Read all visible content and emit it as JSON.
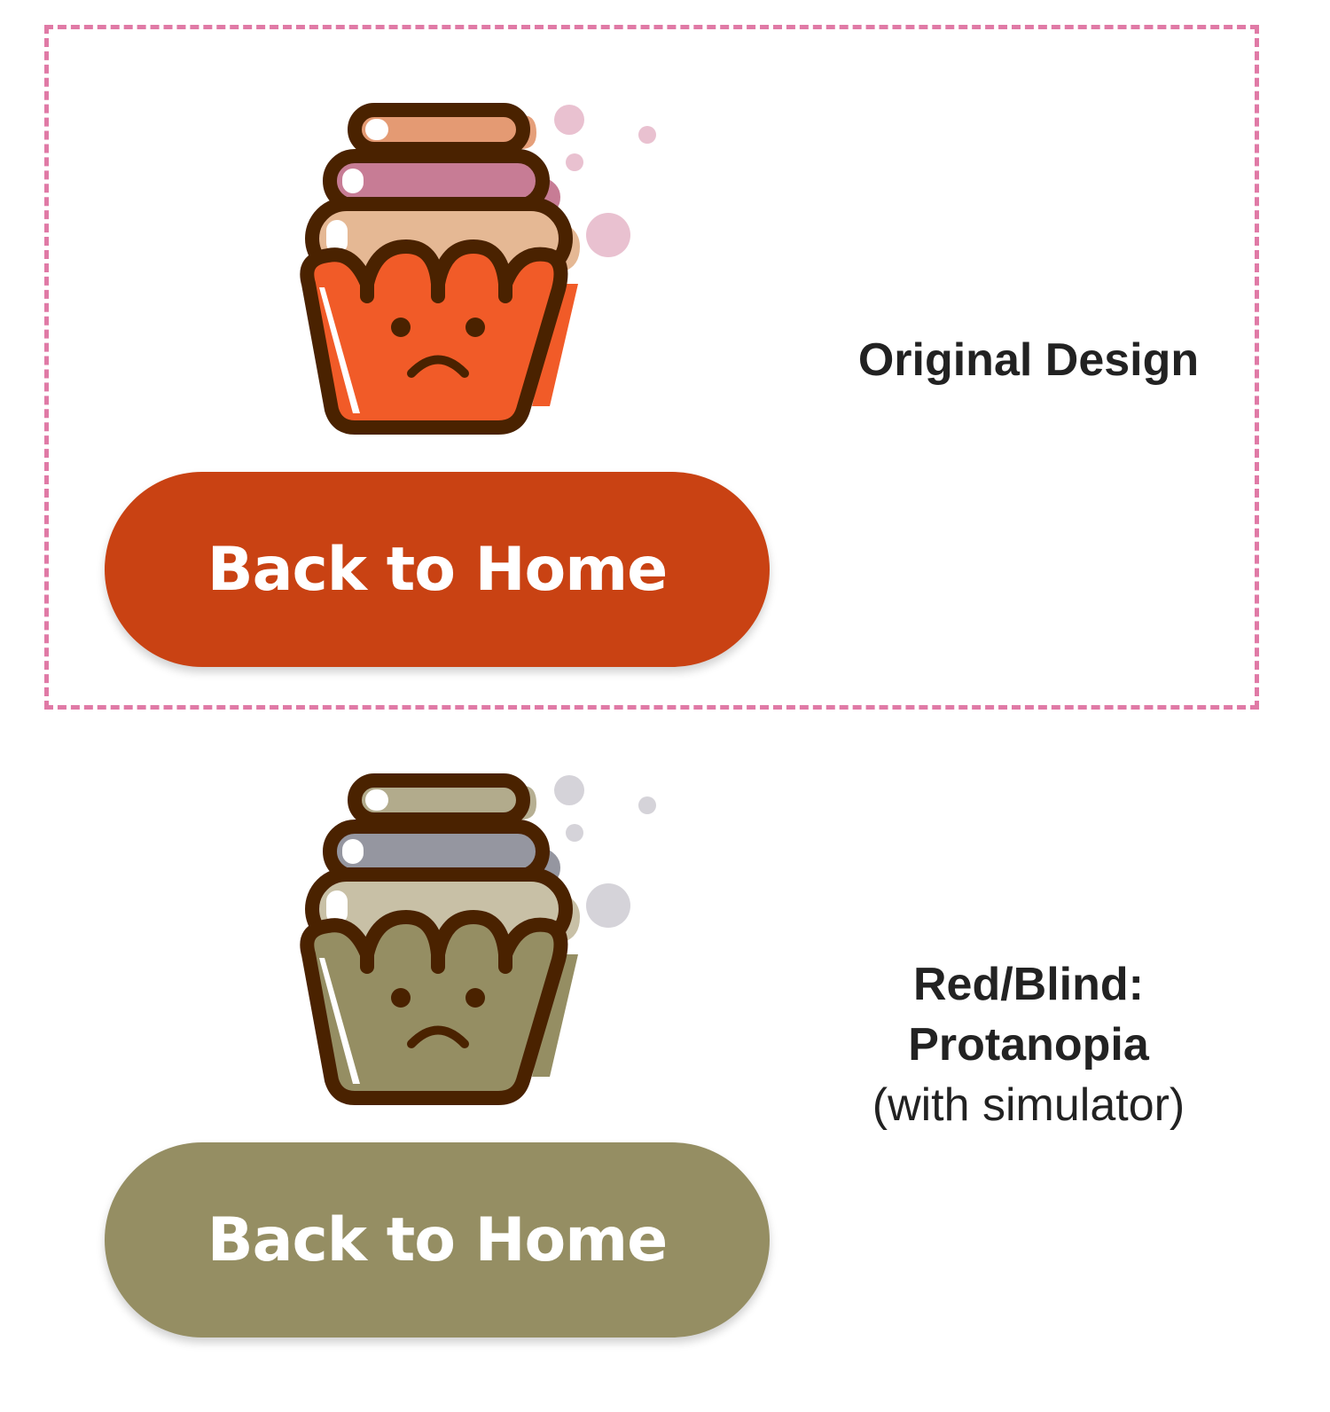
{
  "panels": {
    "original": {
      "caption": "Original Design",
      "button_label": "Back to Home",
      "colors": {
        "button": "#c94213",
        "cup": "#f15b28",
        "frosting_bottom": "#e5b894",
        "frosting_middle": "#c77c95",
        "frosting_top": "#e49a73",
        "bubbles": "#e9c1d0",
        "outline": "#4a2200",
        "frame": "#e07aa6"
      }
    },
    "protanopia": {
      "caption_line1": "Red/Blind:",
      "caption_line2": "Protanopia",
      "caption_line3": "(with simulator)",
      "button_label": "Back to Home",
      "colors": {
        "button": "#958e63",
        "cup": "#958e63",
        "frosting_bottom": "#c8c0a6",
        "frosting_middle": "#9596a0",
        "frosting_top": "#b2ab8c",
        "bubbles": "#d5d3d9",
        "outline": "#4a2200"
      }
    }
  }
}
